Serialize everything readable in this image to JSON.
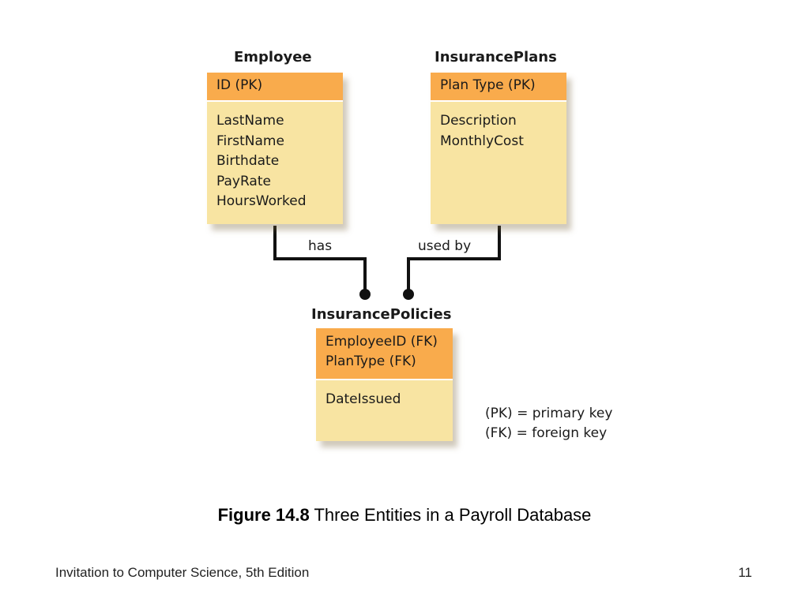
{
  "entities": {
    "employee": {
      "title": "Employee",
      "keys": [
        "ID (PK)"
      ],
      "attributes": [
        "LastName",
        "FirstName",
        "Birthdate",
        "PayRate",
        "HoursWorked"
      ]
    },
    "insurance_plans": {
      "title": "InsurancePlans",
      "keys": [
        "Plan Type (PK)"
      ],
      "attributes": [
        "Description",
        "MonthlyCost"
      ]
    },
    "insurance_policies": {
      "title": "InsurancePolicies",
      "keys": [
        "EmployeeID (FK)",
        "PlanType (FK)"
      ],
      "attributes": [
        "DateIssued"
      ]
    }
  },
  "relationships": {
    "has": "has",
    "used_by": "used by"
  },
  "legend": {
    "pk": "(PK) = primary key",
    "fk": "(FK) = foreign key"
  },
  "caption": {
    "figure_number": "Figure 14.8",
    "text": "Three Entities in a Payroll Database"
  },
  "footer": {
    "book": "Invitation to Computer Science, 5th Edition",
    "page": "11"
  },
  "colors": {
    "key_band": "#f9ab4c",
    "entity_body": "#f8e4a2",
    "line": "#111111"
  }
}
